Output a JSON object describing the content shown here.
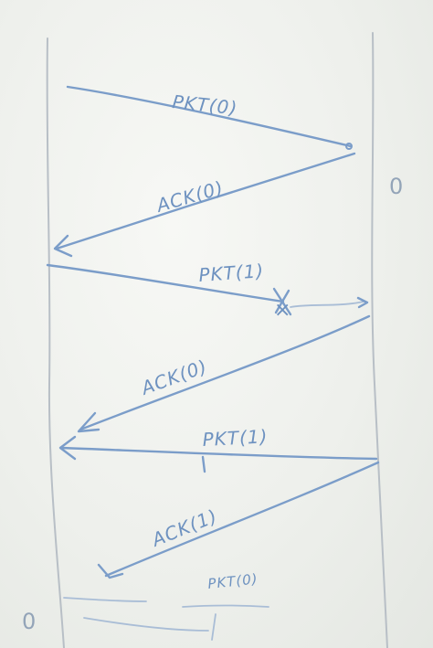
{
  "diagram": {
    "colors": {
      "ink": "#7b9dc9",
      "timeline": "#b8bfc6",
      "board": "#f1f2ef"
    },
    "messages": [
      {
        "label": "PKT(0)",
        "direction": "sender-to-receiver"
      },
      {
        "label": "ACK(0)",
        "direction": "receiver-to-sender"
      },
      {
        "label": "PKT(1)",
        "direction": "sender-to-receiver",
        "lost": true
      },
      {
        "label": "ACK(0)",
        "direction": "receiver-to-sender"
      },
      {
        "label": "PKT(1)",
        "direction": "sender-to-receiver"
      },
      {
        "label": "ACK(1)",
        "direction": "receiver-to-sender"
      },
      {
        "label": "PKT(0)",
        "direction": "sender-to-receiver"
      }
    ],
    "receiver_mark": "0",
    "sender_mark": "0"
  }
}
